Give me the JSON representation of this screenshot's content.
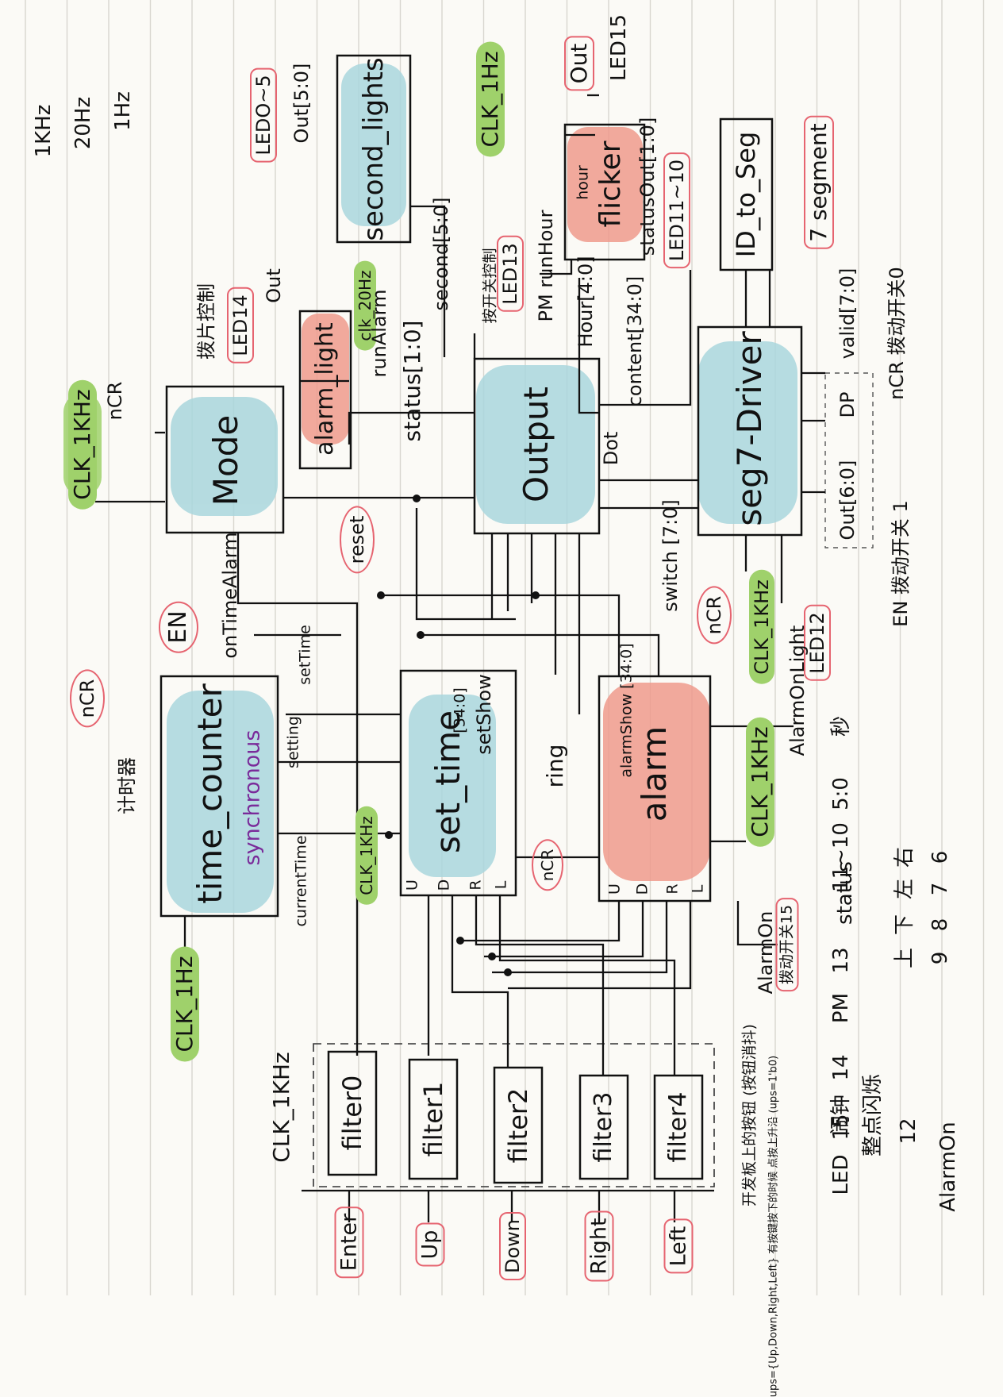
{
  "corner_freqs": [
    "1KHz",
    "20Hz",
    "1Hz"
  ],
  "blocks": {
    "second_lights": "second_lights",
    "hour_flicker": "flicker",
    "hour_flicker_tag": "hour",
    "id_to_seg": "ID_to_Seg",
    "alarm_light": "alarm_light",
    "mode": "Mode",
    "output": "Output",
    "seg7_driver": "seg7-Driver",
    "time_counter": "time_counter",
    "synchronous": "synchronous",
    "set_time": "set_time",
    "alarm": "alarm",
    "filters": [
      "filter0",
      "filter1",
      "filter2",
      "filter3",
      "filter4"
    ]
  },
  "buttons": [
    "Enter",
    "Up",
    "Down",
    "Right",
    "Left"
  ],
  "signals": {
    "clk_1khz_a": "CLK_1KHz",
    "clk_1hz_top": "CLK_1Hz",
    "clk_20hz": "clk_20Hz",
    "clk_1khz_seg": "CLK_1KHz",
    "clk_1khz_alarm": "CLK_1KHz",
    "clk_1hz_counter": "CLK_1Hz",
    "clk_1khz_filters": "CLK_1KHz",
    "clk_1khz_settime": "CLK_1KHz",
    "ncr": "nCR",
    "en": "EN",
    "reset": "reset",
    "out_5_0": "Out[5:0]",
    "ledo_5": "LEDO~5",
    "second_5_0": "second[5:0]",
    "out": "Out",
    "led15": "LED15",
    "led14": "LED14",
    "led13": "LED13",
    "led12": "LED12",
    "led11_10": "LED11~10",
    "status_out": "statusOut[1:0]",
    "status": "status[1:0]",
    "run_alarm": "runAlarm",
    "pm_run_hour": "PM runHour",
    "hour_4_0": "Hour[4:0]",
    "content": "content[34:0]",
    "dot": "Dot",
    "seg_7": "7 segment",
    "out_6_0": "Out[6:0]",
    "dp": "DP",
    "valid": "valid[7:0]",
    "switch": "switch [7:0]",
    "on_time_alarm": "onTimeAlarm",
    "set_time_sig": "setTime",
    "setting": "setting",
    "current_time": "currentTime",
    "set_show": "setShow",
    "set_show_bits": "[34:0]",
    "alarm_show": "alarmShow [34:0]",
    "ring": "ring",
    "alarm_on_light": "AlarmOnLight",
    "alarm_on": "AlarmOn",
    "udrl": [
      "U",
      "D",
      "R",
      "L"
    ]
  },
  "notes": {
    "count_time": "计时器",
    "dial_ctrl": "拨片控制",
    "led13_cjk": "按开关控制",
    "alarm_on_cjk": "拨动开关15",
    "ncr_note": "nCR 拨动开关0",
    "en_note": "EN 拨动开关 1",
    "filter_note": "开发板上的按钮 (按钮消抖)",
    "ups_note": "ups={Up,Down,Right,Left} 有按键按下的时候 点按上升沿 (ups=1'b0)"
  },
  "table": {
    "r1": [
      "5:0",
      "秒"
    ],
    "r2": [
      "11~10",
      "status",
      "上",
      "下",
      "左",
      "右"
    ],
    "r3": [
      "13",
      "PM",
      "9",
      "8",
      "7",
      "6"
    ],
    "r4": [
      "14",
      "闹钟"
    ],
    "r5": [
      "LED",
      "15",
      "整点闪烁"
    ],
    "r6": [
      "12",
      "AlarmOn"
    ]
  }
}
